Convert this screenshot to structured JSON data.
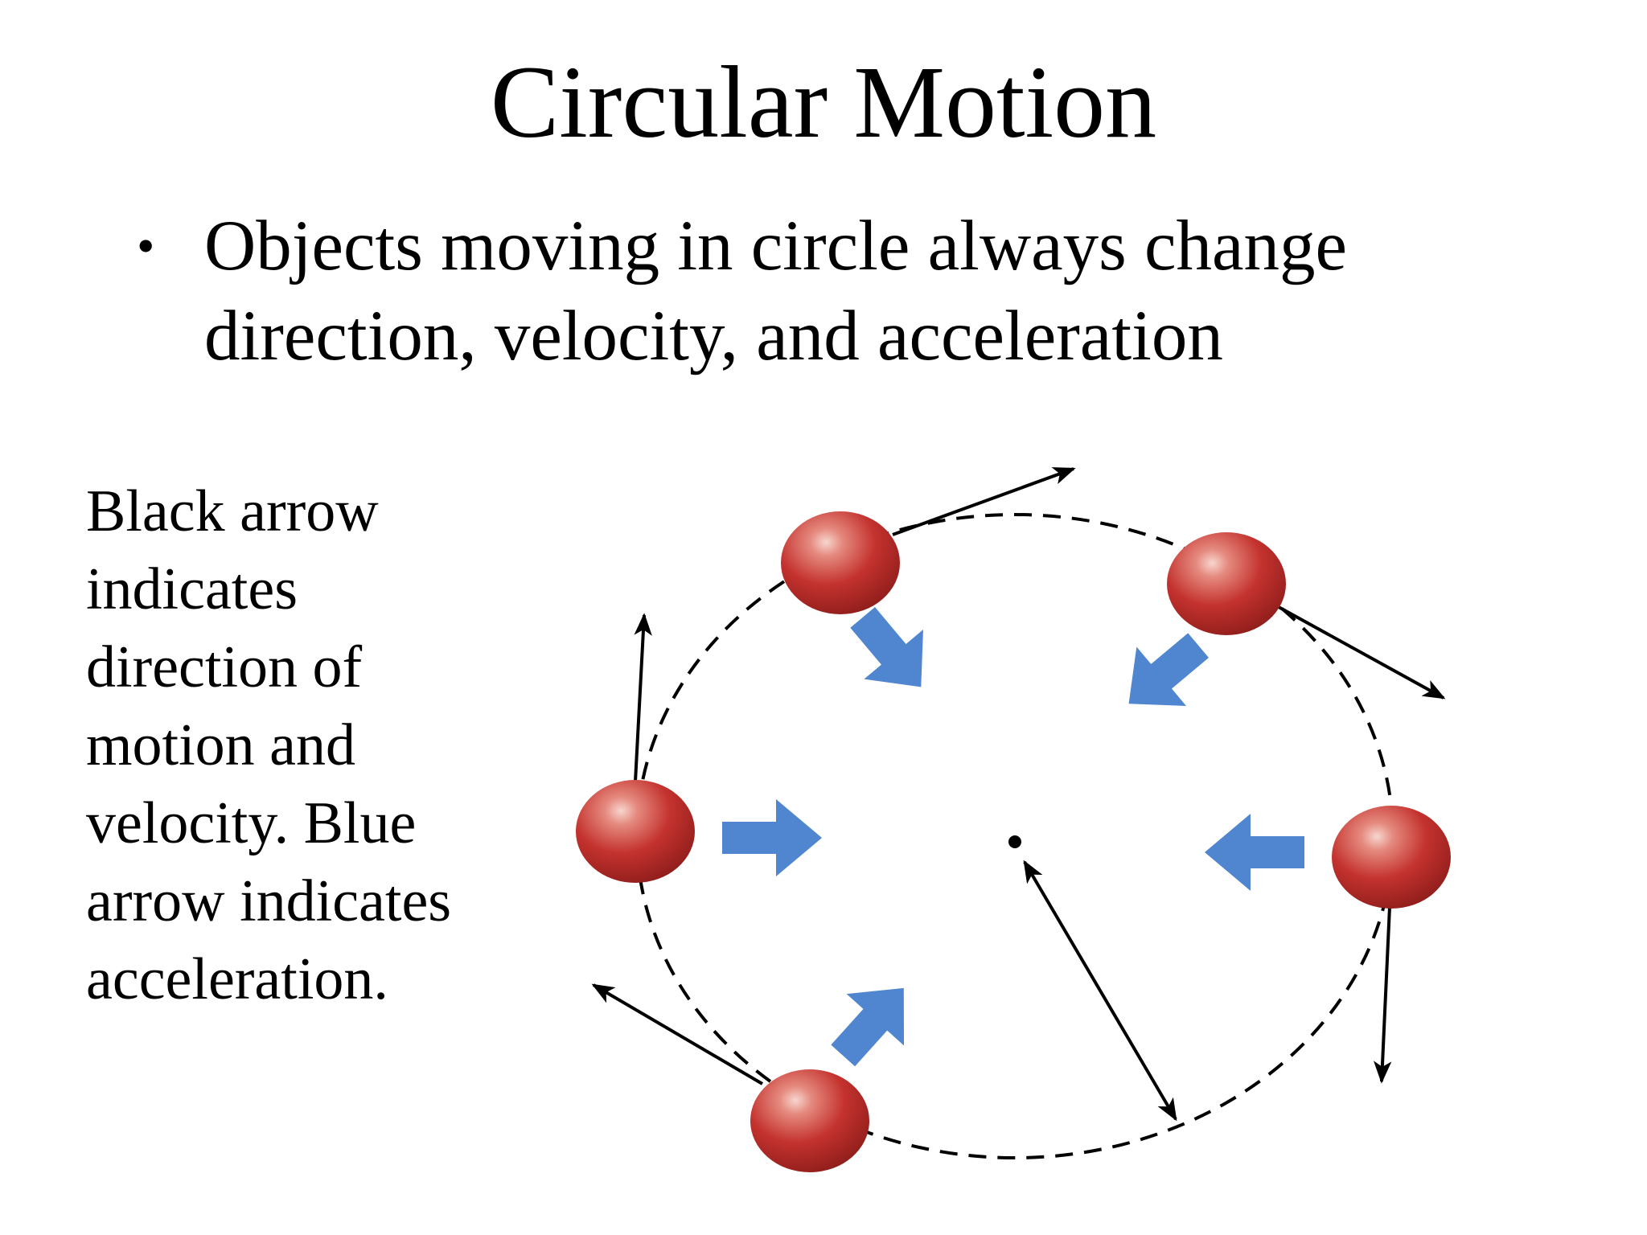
{
  "slide": {
    "title": "Circular Motion",
    "bullet_symbol": "•",
    "bullet_text": "Objects moving in circle always change direction, velocity, and acceleration",
    "side_note": "Black arrow indicates direction of motion and velocity. Blue arrow indicates acceleration."
  },
  "colors": {
    "ball": "#c4322e",
    "ball_highlight": "#f4c9c2",
    "acceleration_arrow": "#4f86cf",
    "velocity_arrow": "#000000",
    "path": "#000000"
  },
  "icons": {
    "ball": "red-sphere",
    "velocity": "black-arrow",
    "acceleration": "blue-block-arrow"
  }
}
